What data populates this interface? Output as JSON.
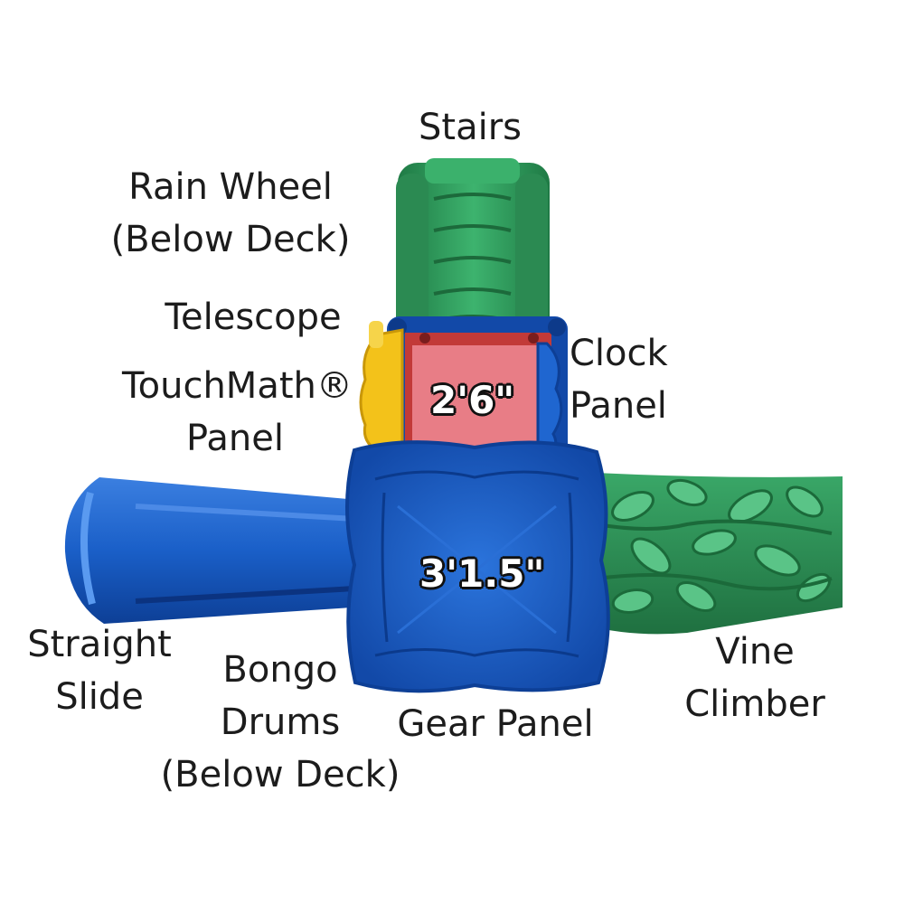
{
  "labels": {
    "stairs": "Stairs",
    "rain_wheel": [
      "Rain Wheel",
      "(Below Deck)"
    ],
    "telescope": "Telescope",
    "touchmath": [
      "TouchMath®",
      "Panel"
    ],
    "clock": [
      "Clock",
      "Panel"
    ],
    "straight_slide": [
      "Straight",
      "Slide"
    ],
    "bongo": [
      "Bongo",
      "Drums",
      "(Below Deck)"
    ],
    "gear": "Gear Panel",
    "vine": [
      "Vine",
      "Climber"
    ]
  },
  "dimensions": {
    "upper_deck": "2'6\"",
    "lower_deck": "3'1.5\""
  },
  "colors": {
    "blue": "#1a5fc8",
    "blue_dark": "#0f3f95",
    "green": "#2f9a5c",
    "green_dark": "#1f7040",
    "red_deck": "#e87d86",
    "red_frame": "#c23a38",
    "yellow": "#f3c21a"
  }
}
